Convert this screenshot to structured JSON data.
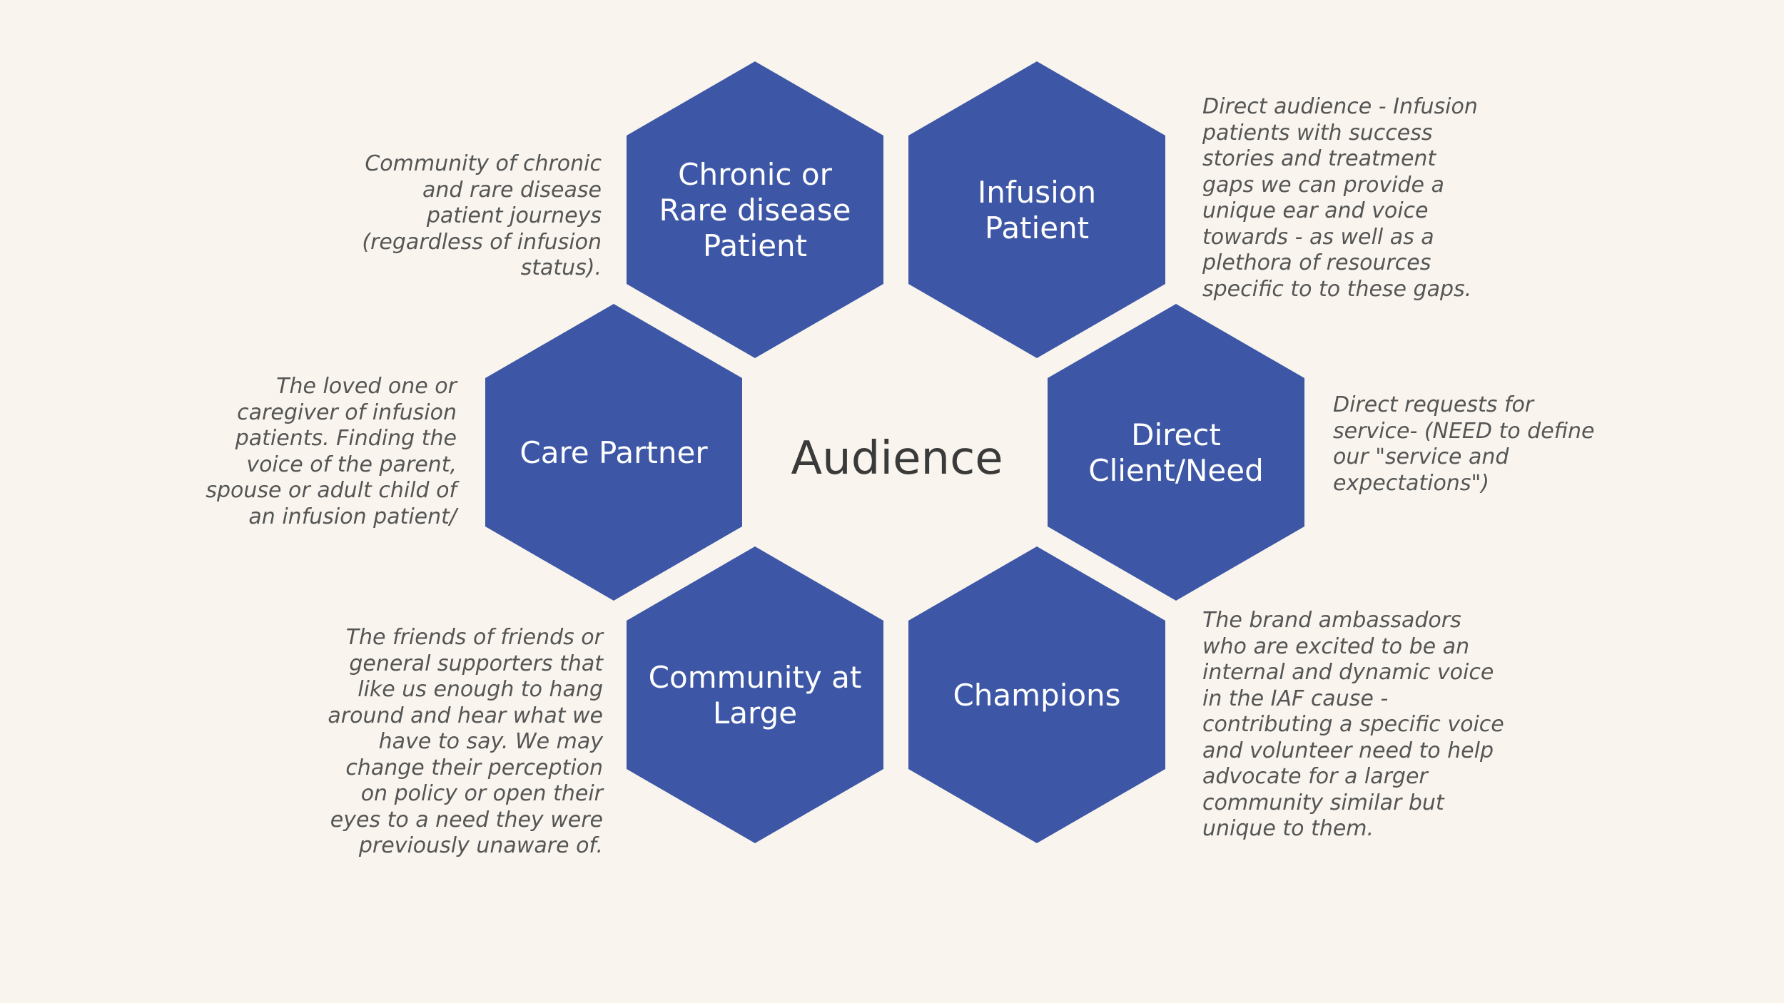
{
  "diagram": {
    "title": "Audience",
    "colors": {
      "hexagon_fill": "#3d57a6",
      "background": "#f9f5ee",
      "description_text": "#555555"
    },
    "nodes": [
      {
        "id": "chronic",
        "label_lines": [
          "Chronic or",
          "Rare disease",
          "Patient"
        ],
        "description": "Community of chronic and rare disease patient journeys (regardless of infusion status)."
      },
      {
        "id": "infusion",
        "label_lines": [
          "Infusion",
          "Patient"
        ],
        "description": "Direct audience - Infusion patients with success stories and treatment gaps we can provide a unique ear and voice towards - as well as a plethora of resources specific to to these gaps."
      },
      {
        "id": "care-partner",
        "label_lines": [
          "Care Partner"
        ],
        "description": "The loved one or caregiver of infusion patients. Finding the voice of the parent, spouse or adult child of an infusion patient/"
      },
      {
        "id": "direct-client",
        "label_lines": [
          "Direct",
          "Client/Need"
        ],
        "description": "Direct requests for service- (NEED to define our \"service and expectations\")"
      },
      {
        "id": "community",
        "label_lines": [
          "Community at",
          "Large"
        ],
        "description": "The friends of friends or general supporters that like us enough to hang around and hear what we have to say. We may change their perception on policy or open their eyes to a need they were previously unaware of."
      },
      {
        "id": "champions",
        "label_lines": [
          "Champions"
        ],
        "description": "The brand ambassadors who are excited to be an internal and dynamic voice in the IAF cause - contributing a specific voice and volunteer need to help advocate for a larger community similar but unique to them."
      }
    ]
  }
}
